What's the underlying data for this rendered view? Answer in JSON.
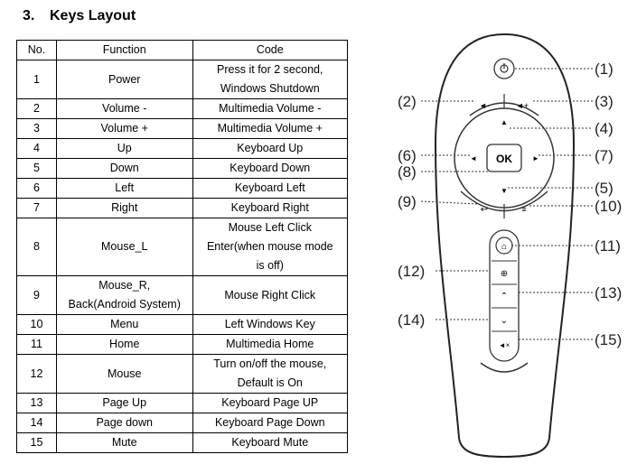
{
  "heading": {
    "number": "3.",
    "title": "Keys Layout"
  },
  "table": {
    "headers": [
      "No.",
      "Function",
      "Code"
    ],
    "rows": [
      {
        "no": "1",
        "function": [
          "Power"
        ],
        "code": [
          "Press it for 2 second,",
          "Windows Shutdown"
        ]
      },
      {
        "no": "2",
        "function": [
          "Volume -"
        ],
        "code": [
          "Multimedia Volume -"
        ]
      },
      {
        "no": "3",
        "function": [
          "Volume +"
        ],
        "code": [
          "Multimedia Volume +"
        ]
      },
      {
        "no": "4",
        "function": [
          "Up"
        ],
        "code": [
          "Keyboard Up"
        ]
      },
      {
        "no": "5",
        "function": [
          "Down"
        ],
        "code": [
          "Keyboard Down"
        ]
      },
      {
        "no": "6",
        "function": [
          "Left"
        ],
        "code": [
          "Keyboard Left"
        ]
      },
      {
        "no": "7",
        "function": [
          "Right"
        ],
        "code": [
          "Keyboard Right"
        ]
      },
      {
        "no": "8",
        "function": [
          "Mouse_L"
        ],
        "code": [
          "Mouse Left Click",
          "Enter(when mouse mode",
          "is off)"
        ]
      },
      {
        "no": "9",
        "function": [
          "Mouse_R,",
          "Back(Android System)"
        ],
        "code": [
          "Mouse Right Click"
        ]
      },
      {
        "no": "10",
        "function": [
          "Menu"
        ],
        "code": [
          "Left Windows Key"
        ]
      },
      {
        "no": "11",
        "function": [
          "Home"
        ],
        "code": [
          "Multimedia Home"
        ]
      },
      {
        "no": "12",
        "function": [
          "Mouse"
        ],
        "code": [
          "Turn on/off the mouse,",
          "Default is On"
        ]
      },
      {
        "no": "13",
        "function": [
          "Page Up"
        ],
        "code": [
          "Keyboard Page UP"
        ]
      },
      {
        "no": "14",
        "function": [
          "Page down"
        ],
        "code": [
          "Keyboard Page Down"
        ]
      },
      {
        "no": "15",
        "function": [
          "Mute"
        ],
        "code": [
          "Keyboard Mute"
        ]
      }
    ]
  },
  "remote": {
    "ok_label": "OK",
    "callouts": {
      "c1": "(1)",
      "c2": "(2)",
      "c3": "(3)",
      "c4": "(4)",
      "c5": "(5)",
      "c6": "(6)",
      "c7": "(7)",
      "c8": "(8)",
      "c9": "(9)",
      "c10": "(10)",
      "c11": "(11)",
      "c12": "(12)",
      "c13": "(13)",
      "c14": "(14)",
      "c15": "(15)"
    }
  }
}
